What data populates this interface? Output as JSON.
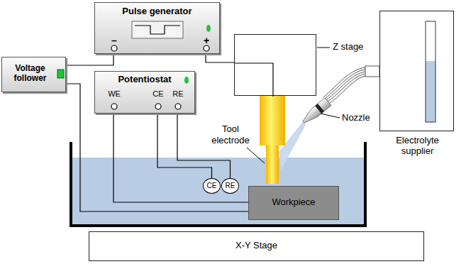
{
  "diagram": {
    "nodes": [
      {
        "text": [
          "Pulse generator",
          "–",
          "+"
        ]
      },
      {
        "text": [
          "Voltage follower"
        ]
      },
      {
        "text": [
          "Potentiostat",
          "WE",
          "CE",
          "RE"
        ]
      },
      {
        "text": [
          "Z stage"
        ]
      },
      {
        "text": [
          "Electrolyte supplier"
        ]
      },
      {
        "text": [
          "CE"
        ]
      },
      {
        "text": [
          "RE"
        ]
      },
      {
        "text": [
          "Workpiece"
        ]
      },
      {
        "text": [
          "X-Y Stage"
        ]
      }
    ],
    "edges": [
      {
        "from": 0,
        "to": 1,
        "arrow": "none"
      },
      {
        "from": 0,
        "to": 3,
        "arrow": "none"
      },
      {
        "from": 1,
        "to": 7,
        "arrow": "none"
      },
      {
        "from": 2,
        "to": 7,
        "arrow": "none"
      },
      {
        "from": 2,
        "to": 5,
        "arrow": "none"
      },
      {
        "from": 2,
        "to": 6,
        "arrow": "none"
      }
    ],
    "labels": [
      "Tool electrode",
      "Nozzle"
    ]
  }
}
